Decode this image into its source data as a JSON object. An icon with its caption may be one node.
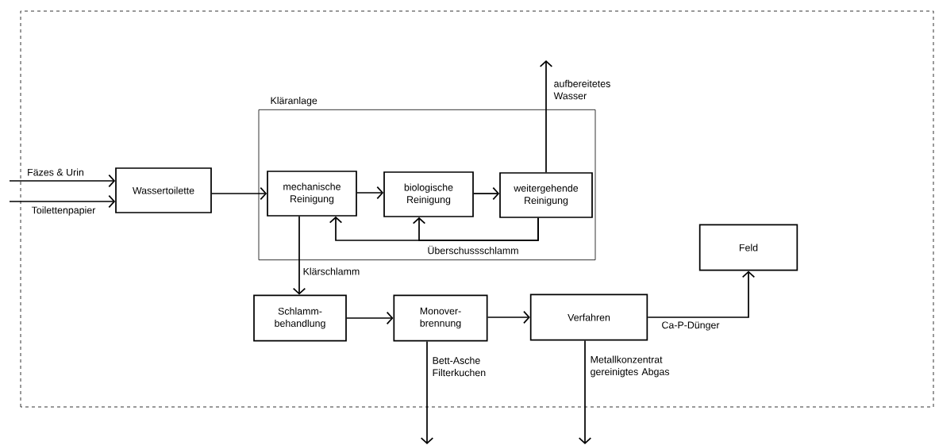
{
  "diagram": {
    "nodes": [
      {
        "text": [
          "Kläranlage"
        ]
      },
      {
        "text": [
          "Wassertoilette"
        ]
      },
      {
        "text": [
          "mechanische Reinigung"
        ],
        "in": 0
      },
      {
        "text": [
          "biologische Reinigung"
        ],
        "in": 0
      },
      {
        "text": [
          "weitergehende Reinigung"
        ],
        "in": 0
      },
      {
        "text": [
          "Schlamm- behandlung"
        ]
      },
      {
        "text": [
          "Monover- brennung"
        ]
      },
      {
        "text": [
          "Verfahren"
        ]
      },
      {
        "text": [
          "Feld"
        ]
      }
    ],
    "edges": [
      {
        "from": null,
        "to": 1,
        "arrow": "to",
        "label": "Fäzes & Urin"
      },
      {
        "from": null,
        "to": 1,
        "arrow": "to",
        "label": "Toilettenpapier"
      },
      {
        "from": 1,
        "to": 2,
        "arrow": "to"
      },
      {
        "from": 2,
        "to": 3,
        "arrow": "to"
      },
      {
        "from": 3,
        "to": 4,
        "arrow": "to"
      },
      {
        "from": 4,
        "to": null,
        "arrow": "to",
        "label": "aufbereitetes Wasser"
      },
      {
        "from": 4,
        "to": 2,
        "arrow": "to",
        "label": "Überschussschlamm"
      },
      {
        "from": 4,
        "to": 3,
        "arrow": "to"
      },
      {
        "from": 2,
        "to": 5,
        "arrow": "to",
        "label": "Klärschlamm"
      },
      {
        "from": 5,
        "to": 6,
        "arrow": "to"
      },
      {
        "from": 6,
        "to": 7,
        "arrow": "to"
      },
      {
        "from": 7,
        "to": 8,
        "arrow": "to",
        "label": "Ca-P-Dünger"
      },
      {
        "from": 6,
        "to": null,
        "arrow": "to",
        "label": "Bett-Asche Filterkuchen"
      },
      {
        "from": 7,
        "to": null,
        "arrow": "to",
        "label": "Metallkonzentrat gereinigtes Abgas"
      }
    ]
  }
}
